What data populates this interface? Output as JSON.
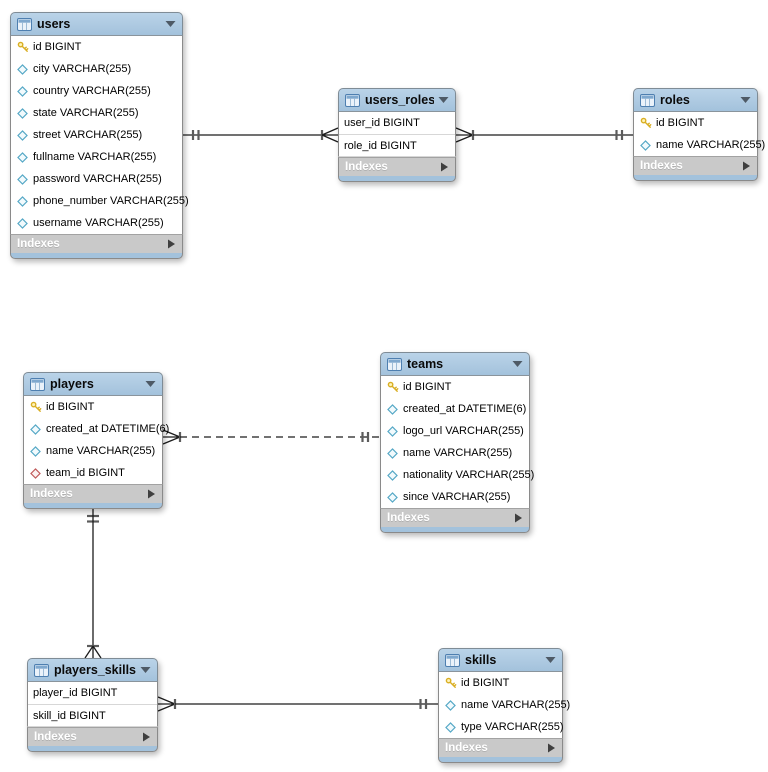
{
  "diagram": {
    "title": "EER diagram",
    "colors": {
      "canvas_background": "#FFFFFF",
      "header_blue": "#A3C2DC",
      "header_blue_light": "#BAD3E8",
      "footer_gray": "#C9C9C9",
      "footer_text": "#FFFFFF",
      "table_border": "#8A8A8A",
      "relationship_line": "#1C1C1C",
      "cardinality_tick": "#5C5C5C",
      "primary_key_icon_yellow": "#D9AE22",
      "column_icon_blue": "#55A8C6",
      "foreign_key_icon_red": "#C05A5A"
    },
    "tables": [
      {
        "id": "users",
        "title": "users",
        "footer_label": "Indexes",
        "columns": [
          {
            "icon": "primary-key",
            "text": "id BIGINT"
          },
          {
            "icon": "column",
            "text": "city VARCHAR(255)"
          },
          {
            "icon": "column",
            "text": "country VARCHAR(255)"
          },
          {
            "icon": "column",
            "text": "state VARCHAR(255)"
          },
          {
            "icon": "column",
            "text": "street VARCHAR(255)"
          },
          {
            "icon": "column",
            "text": "fullname VARCHAR(255)"
          },
          {
            "icon": "column",
            "text": "password VARCHAR(255)"
          },
          {
            "icon": "column",
            "text": "phone_number VARCHAR(255)"
          },
          {
            "icon": "column",
            "text": "username VARCHAR(255)"
          }
        ]
      },
      {
        "id": "users_roles",
        "title": "users_roles",
        "footer_label": "Indexes",
        "columns": [
          {
            "icon": null,
            "text": "user_id BIGINT"
          },
          {
            "icon": null,
            "text": "role_id BIGINT"
          }
        ]
      },
      {
        "id": "roles",
        "title": "roles",
        "footer_label": "Indexes",
        "columns": [
          {
            "icon": "primary-key",
            "text": "id BIGINT"
          },
          {
            "icon": "column",
            "text": "name VARCHAR(255)"
          }
        ]
      },
      {
        "id": "players",
        "title": "players",
        "footer_label": "Indexes",
        "columns": [
          {
            "icon": "primary-key",
            "text": "id BIGINT"
          },
          {
            "icon": "column",
            "text": "created_at DATETIME(6)"
          },
          {
            "icon": "column",
            "text": "name VARCHAR(255)"
          },
          {
            "icon": "foreign-key",
            "text": "team_id BIGINT"
          }
        ]
      },
      {
        "id": "teams",
        "title": "teams",
        "footer_label": "Indexes",
        "columns": [
          {
            "icon": "primary-key",
            "text": "id BIGINT"
          },
          {
            "icon": "column",
            "text": "created_at DATETIME(6)"
          },
          {
            "icon": "column",
            "text": "logo_url VARCHAR(255)"
          },
          {
            "icon": "column",
            "text": "name VARCHAR(255)"
          },
          {
            "icon": "column",
            "text": "nationality VARCHAR(255)"
          },
          {
            "icon": "column",
            "text": "since VARCHAR(255)"
          }
        ]
      },
      {
        "id": "players_skills",
        "title": "players_skills",
        "footer_label": "Indexes",
        "columns": [
          {
            "icon": null,
            "text": "player_id BIGINT"
          },
          {
            "icon": null,
            "text": "skill_id BIGINT"
          }
        ]
      },
      {
        "id": "skills",
        "title": "skills",
        "footer_label": "Indexes",
        "columns": [
          {
            "icon": "primary-key",
            "text": "id BIGINT"
          },
          {
            "icon": "column",
            "text": "name VARCHAR(255)"
          },
          {
            "icon": "column",
            "text": "type VARCHAR(255)"
          }
        ]
      }
    ],
    "relationships": [
      {
        "from_table": "users",
        "from_cardinality": "one",
        "to_table": "users_roles",
        "to_cardinality": "many",
        "line_style": "solid"
      },
      {
        "from_table": "roles",
        "from_cardinality": "one",
        "to_table": "users_roles",
        "to_cardinality": "many",
        "line_style": "solid"
      },
      {
        "from_table": "teams",
        "from_cardinality": "one",
        "to_table": "players",
        "to_cardinality": "many",
        "line_style": "dashed"
      },
      {
        "from_table": "players",
        "from_cardinality": "one",
        "to_table": "players_skills",
        "to_cardinality": "many",
        "line_style": "solid"
      },
      {
        "from_table": "skills",
        "from_cardinality": "one",
        "to_table": "players_skills",
        "to_cardinality": "many",
        "line_style": "solid"
      }
    ]
  }
}
